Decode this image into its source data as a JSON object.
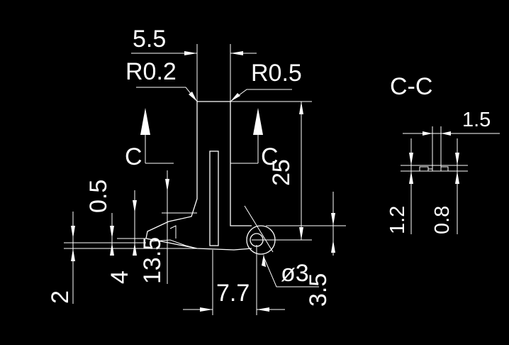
{
  "drawing": {
    "background_color": "#000000",
    "line_color": "#ffffff",
    "section_marker": "C",
    "section_view_title": "C-C"
  },
  "dimensions": {
    "top_width": "5.5",
    "radius_left": "R0.2",
    "radius_right": "R0.5",
    "height_right": "25",
    "left_vertical_small": "0.5",
    "left_vertical_small_2": "4",
    "left_vertical_bottom": "2",
    "tab_height": "13.5",
    "bottom_width": "7.7",
    "hole_diameter": "ø3",
    "hole_offset": "3.5",
    "section_width": "1.5",
    "section_height_left": "1.2",
    "section_height_right": "0.8"
  }
}
